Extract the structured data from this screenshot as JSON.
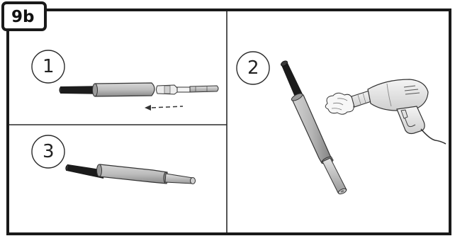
{
  "figure": {
    "badge": "9b",
    "steps": [
      {
        "number": "1"
      },
      {
        "number": "2"
      },
      {
        "number": "3"
      }
    ]
  }
}
